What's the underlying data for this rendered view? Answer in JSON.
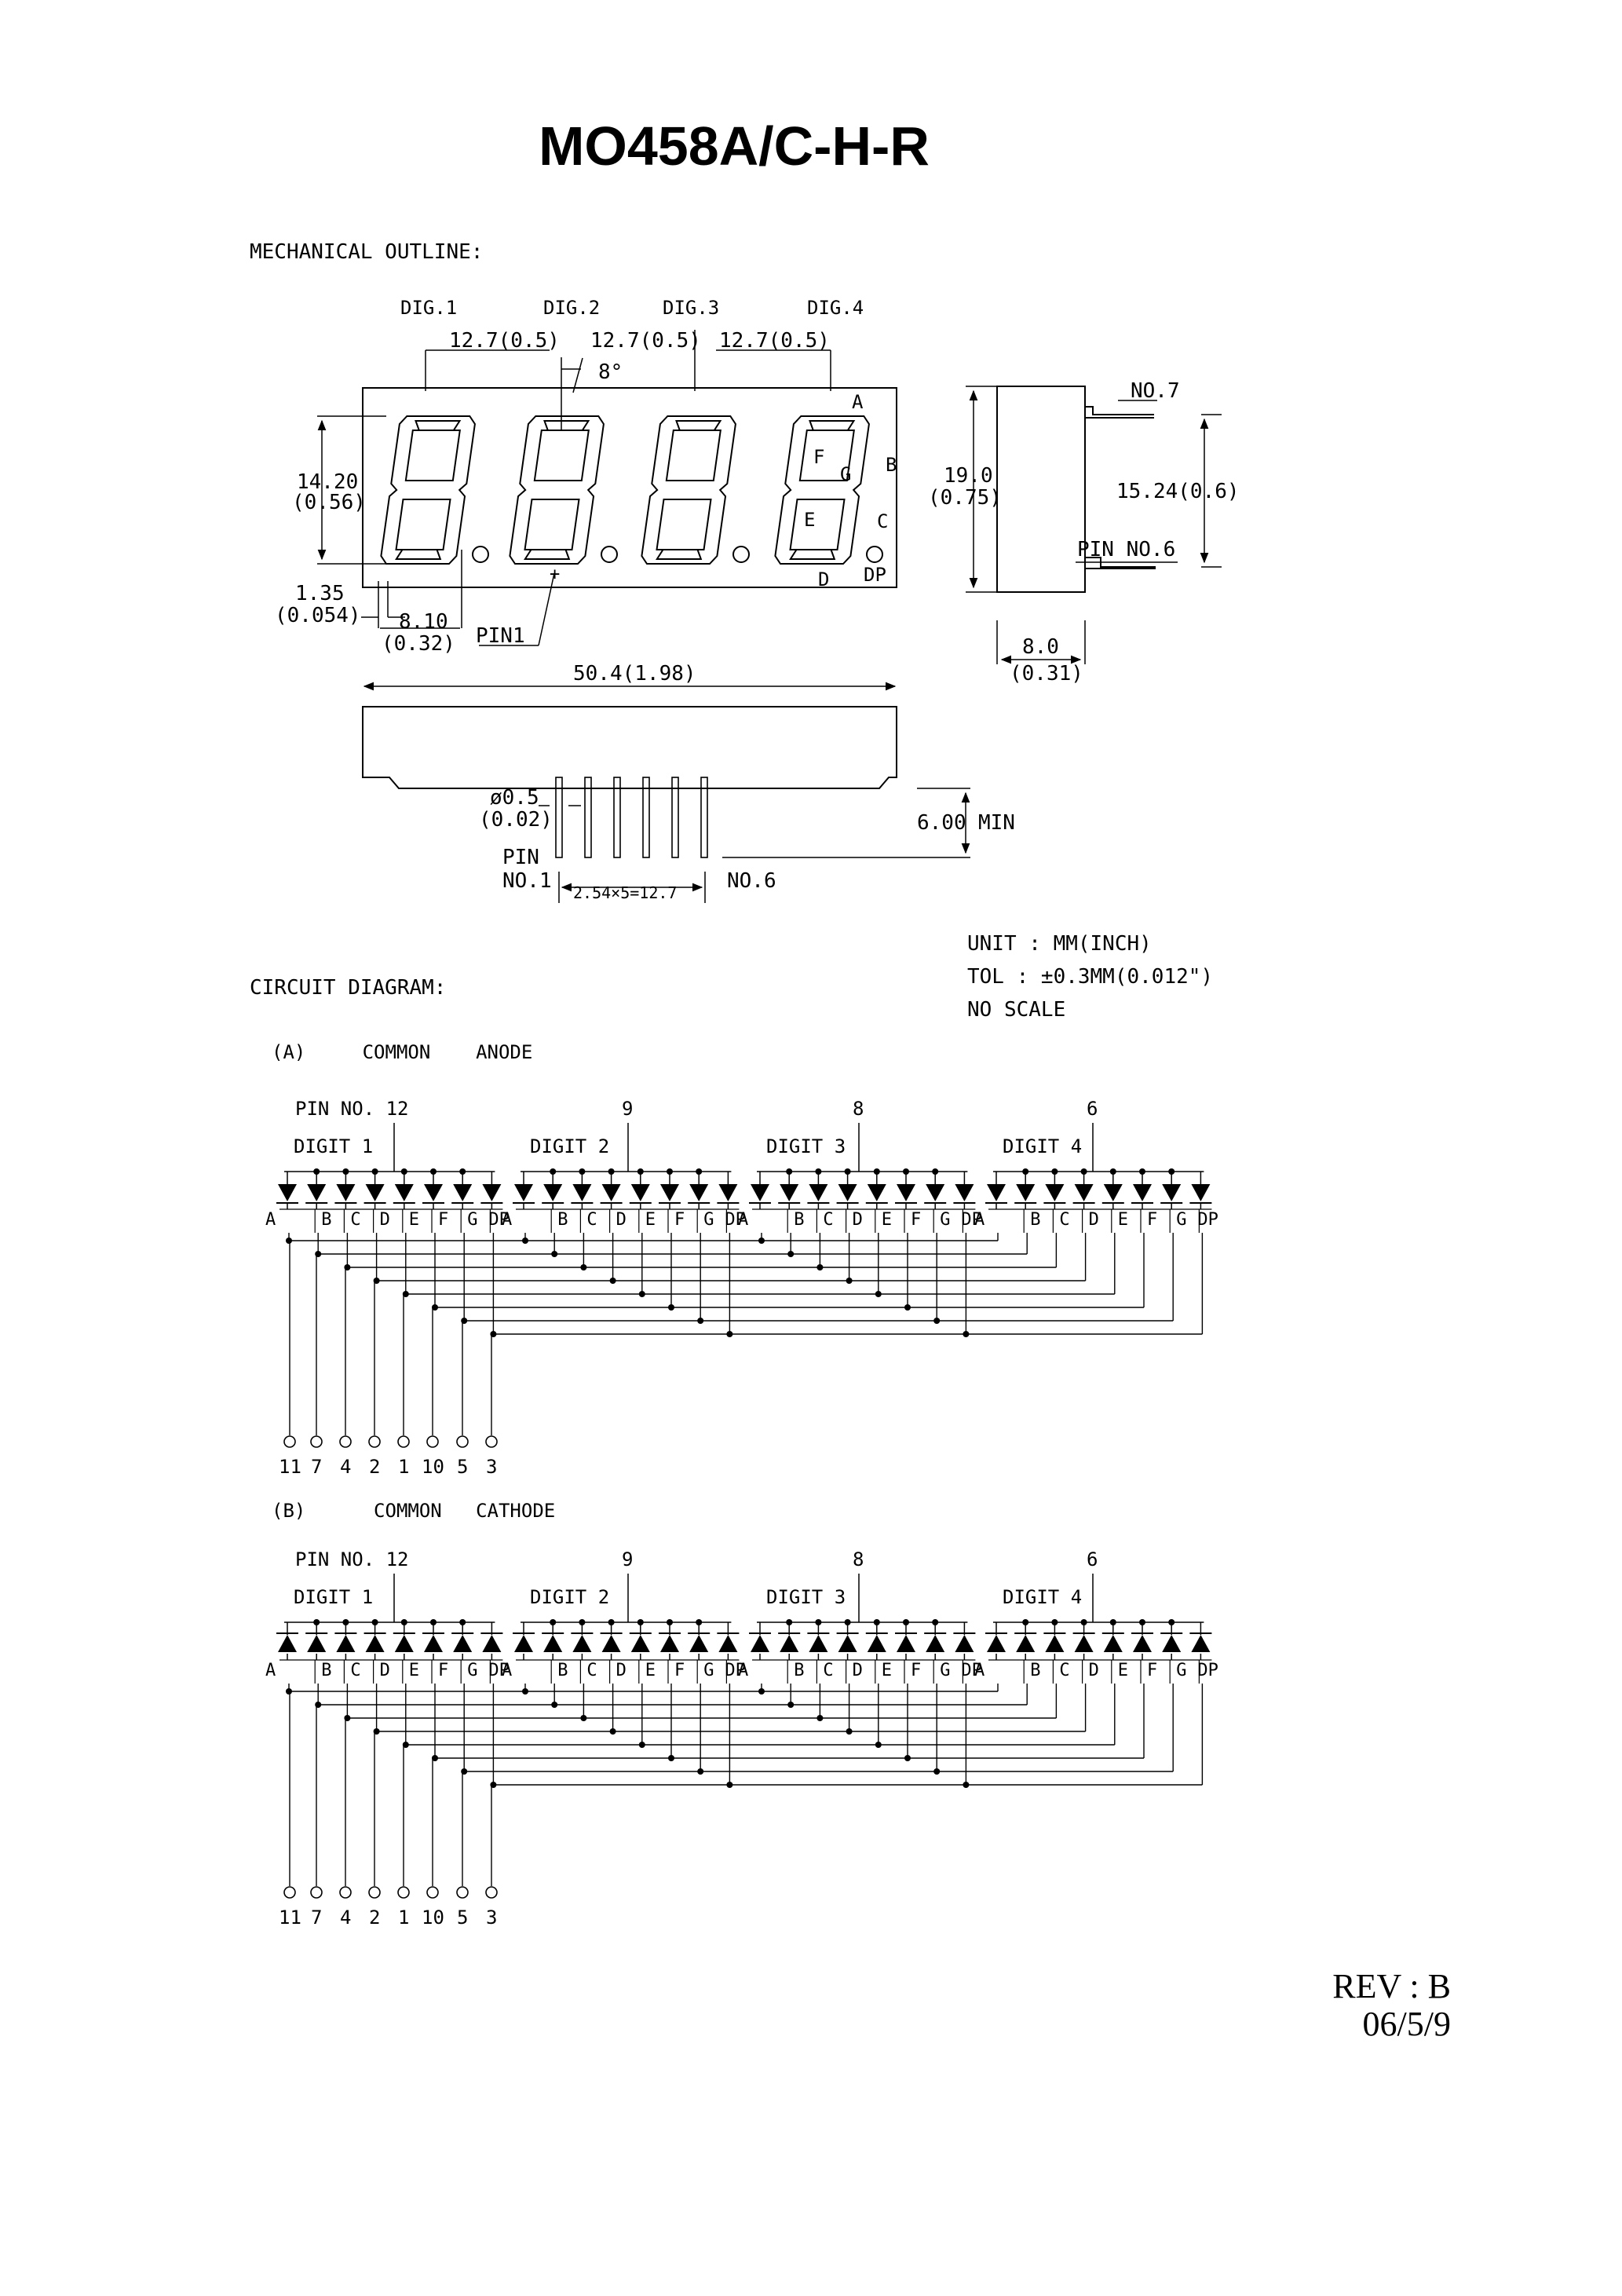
{
  "page": {
    "title": "MO458A/C-H-R",
    "revision": "REV : B",
    "date": "06/5/9"
  },
  "mechanical": {
    "heading": "MECHANICAL OUTLINE:",
    "digit_labels": [
      "DIG.1",
      "DIG.2",
      "DIG.3",
      "DIG.4"
    ],
    "pitch_labels": [
      "12.7(0.5)",
      "12.7(0.5)",
      "12.7(0.5)"
    ],
    "angle_label": "8°",
    "segment_letters": {
      "a": "A",
      "b": "B",
      "c": "C",
      "d": "D",
      "e": "E",
      "f": "F",
      "g": "G",
      "dp": "DP"
    },
    "height_mm": "14.20",
    "height_in": "(0.56)",
    "seg_offset_mm": "1.35",
    "seg_offset_in": "(0.054)",
    "digit_width_mm": "8.10",
    "digit_width_in": "(0.32)",
    "pin1_label": "PIN1",
    "plus_mark": "+",
    "total_width": "50.4(1.98)",
    "side_height_mm": "19.0",
    "side_height_in": "(0.75)",
    "pin_no7": "NO.7",
    "pin_spacing": "15.24(0.6)",
    "pin_no6_side": "PIN NO.6",
    "side_depth_mm": "8.0",
    "side_depth_in": "(0.31)",
    "pin_dia_mm": "ø0.5",
    "pin_dia_in": "(0.02)",
    "pin_length": "6.00",
    "pin_length_suffix": "MIN",
    "pin_label": "PIN",
    "pin_no1": "NO.1",
    "pin_pitch": "2.54×5=12.7",
    "pin_no6_bottom": "NO.6"
  },
  "notes": {
    "unit": "UNIT :   MM(INCH)",
    "tol": "TOL : ±0.3MM(0.012\")",
    "scale": "NO   SCALE"
  },
  "circuit": {
    "heading": "CIRCUIT DIAGRAM:",
    "anode": {
      "label": "(A)     COMMON    ANODE",
      "common_pins": [
        "PIN NO. 12",
        "9",
        "8",
        "6"
      ],
      "digits": [
        "DIGIT 1",
        "DIGIT 2",
        "DIGIT 3",
        "DIGIT 4"
      ]
    },
    "cathode": {
      "label": "(B)      COMMON   CATHODE",
      "common_pins": [
        "PIN NO. 12",
        "9",
        "8",
        "6"
      ],
      "digits": [
        "DIGIT 1",
        "DIGIT 2",
        "DIGIT 3",
        "DIGIT 4"
      ]
    },
    "segments": [
      "A",
      "B",
      "C",
      "D",
      "E",
      "F",
      "G",
      "DP"
    ],
    "segment_pins": [
      "11",
      "7",
      "4",
      "2",
      "1",
      "10",
      "5",
      "3"
    ]
  }
}
